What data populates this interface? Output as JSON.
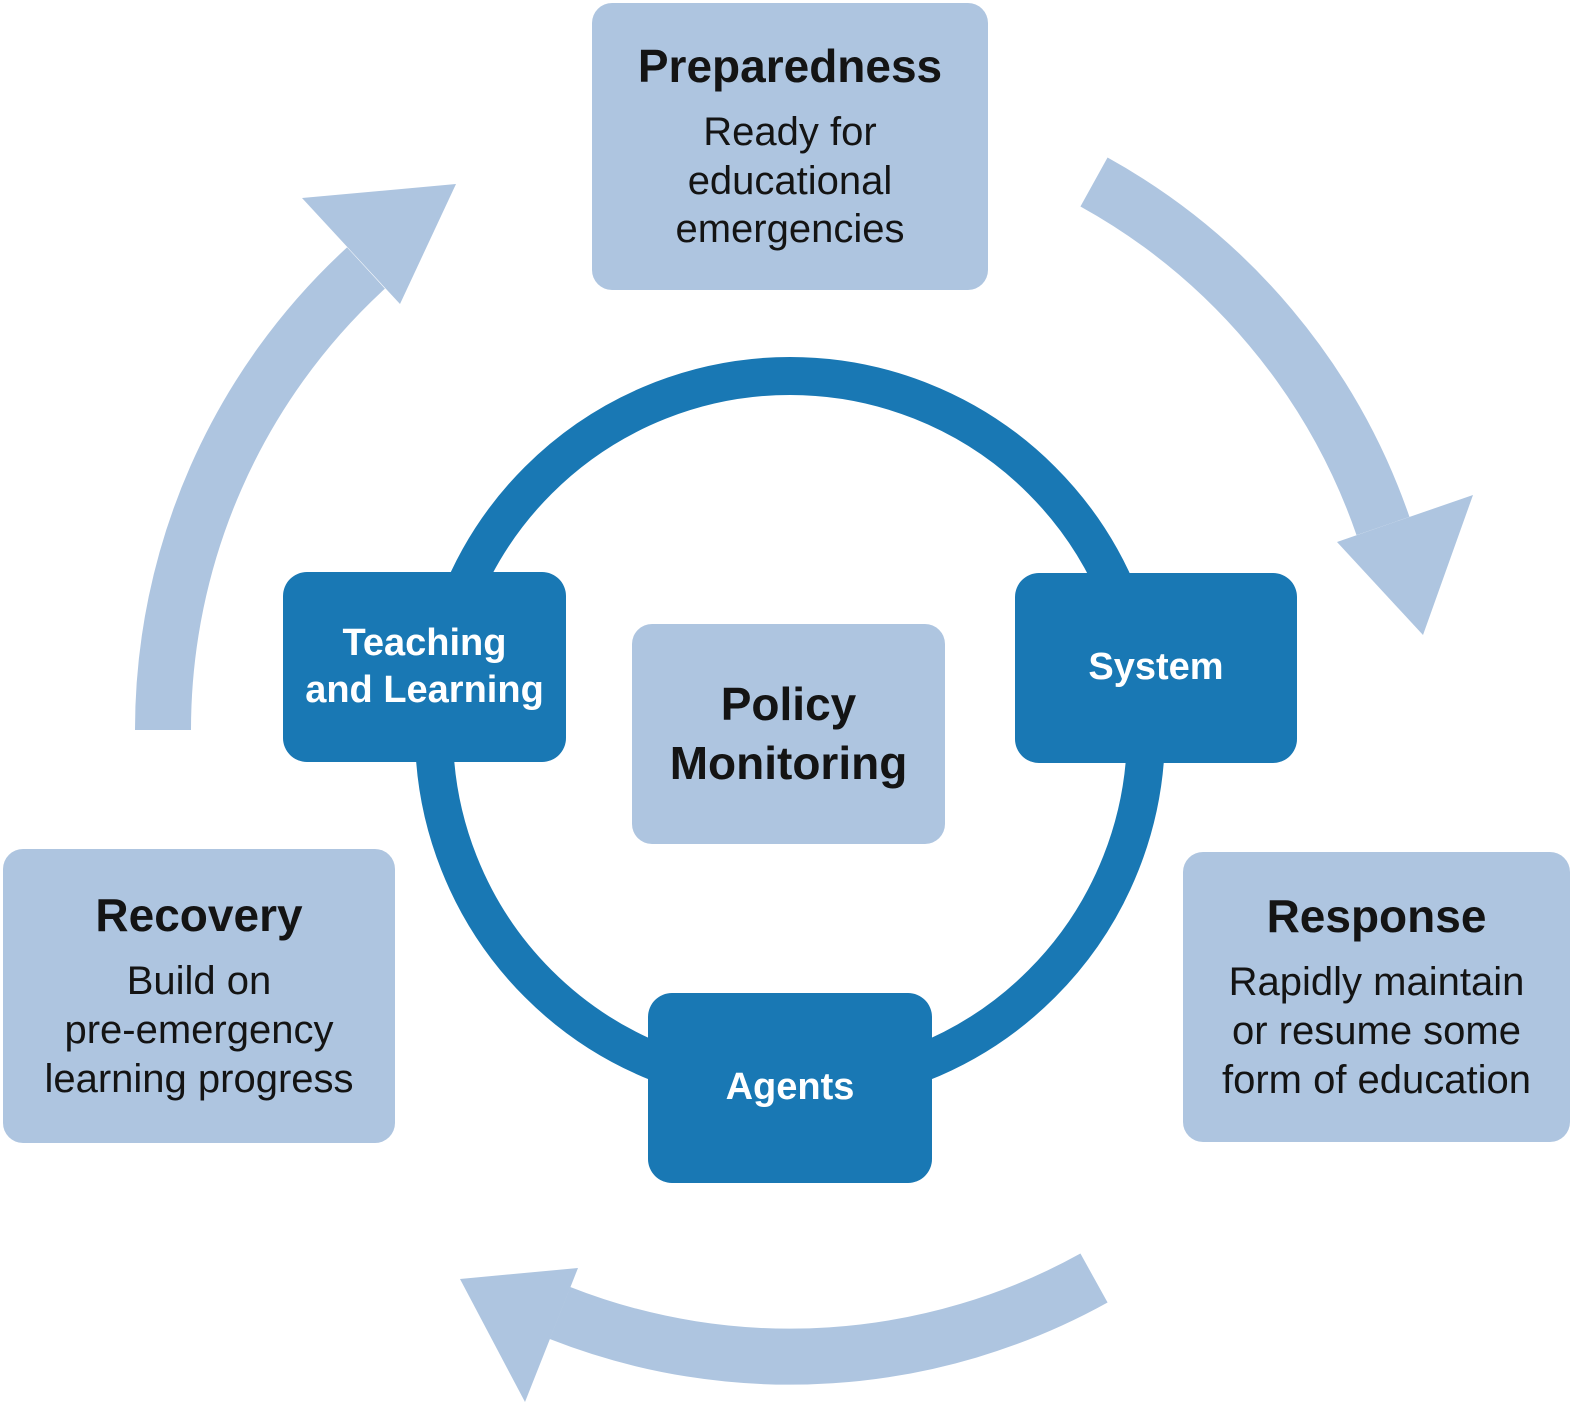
{
  "colors": {
    "dark_blue": "#1978b4",
    "light_blue": "#aec5e0",
    "text_dark": "#141414",
    "node_text": "#ffffff",
    "background": "#ffffff"
  },
  "stages": {
    "preparedness": {
      "title": "Preparedness",
      "desc_lines": [
        "Ready for",
        "educational",
        "emergencies"
      ]
    },
    "response": {
      "title": "Response",
      "desc_lines": [
        "Rapidly maintain",
        "or resume some",
        "form of education"
      ]
    },
    "recovery": {
      "title": "Recovery",
      "desc_lines": [
        "Build on",
        "pre-emergency",
        "learning progress"
      ]
    }
  },
  "ring_nodes": {
    "teaching": {
      "lines": [
        "Teaching",
        "and Learning"
      ]
    },
    "system": {
      "label": "System"
    },
    "agents": {
      "label": "Agents"
    }
  },
  "center_box": {
    "lines": [
      "Policy",
      "Monitoring"
    ]
  }
}
